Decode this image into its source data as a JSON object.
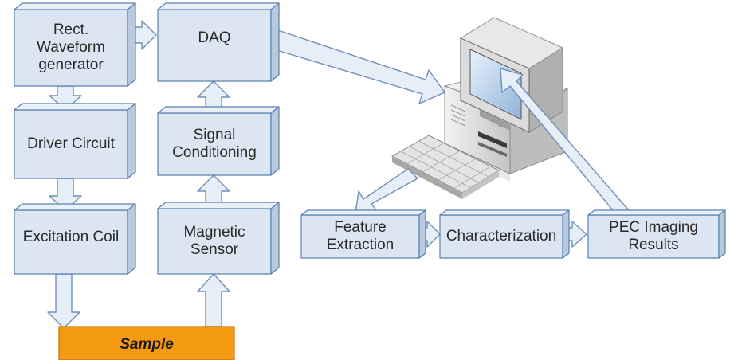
{
  "blocks": {
    "waveform_generator": "Rect.\nWaveform\ngenerator",
    "daq": "DAQ",
    "driver_circuit": "Driver Circuit",
    "signal_conditioning": "Signal\nConditioning",
    "excitation_coil": "Excitation Coil",
    "magnetic_sensor": "Magnetic\nSensor",
    "sample": "Sample",
    "feature_extraction": "Feature\nExtraction",
    "characterization": "Characterization",
    "pec_imaging_results": "PEC Imaging\nResults"
  },
  "colors": {
    "box_front": "#dce6f2",
    "box_top": "#eaf0f8",
    "box_side": "#b8c9e0",
    "box_edge": "#5a7fb0",
    "arrow_fill": "#e6eef8",
    "arrow_edge": "#6f8fb8",
    "sample_fill": "#f39a12",
    "sample_edge": "#c07308",
    "computer_body": "#d8d8d8",
    "computer_dark": "#8a8a8a"
  },
  "icons": [
    "computer-icon",
    "monitor-icon",
    "keyboard-icon"
  ]
}
